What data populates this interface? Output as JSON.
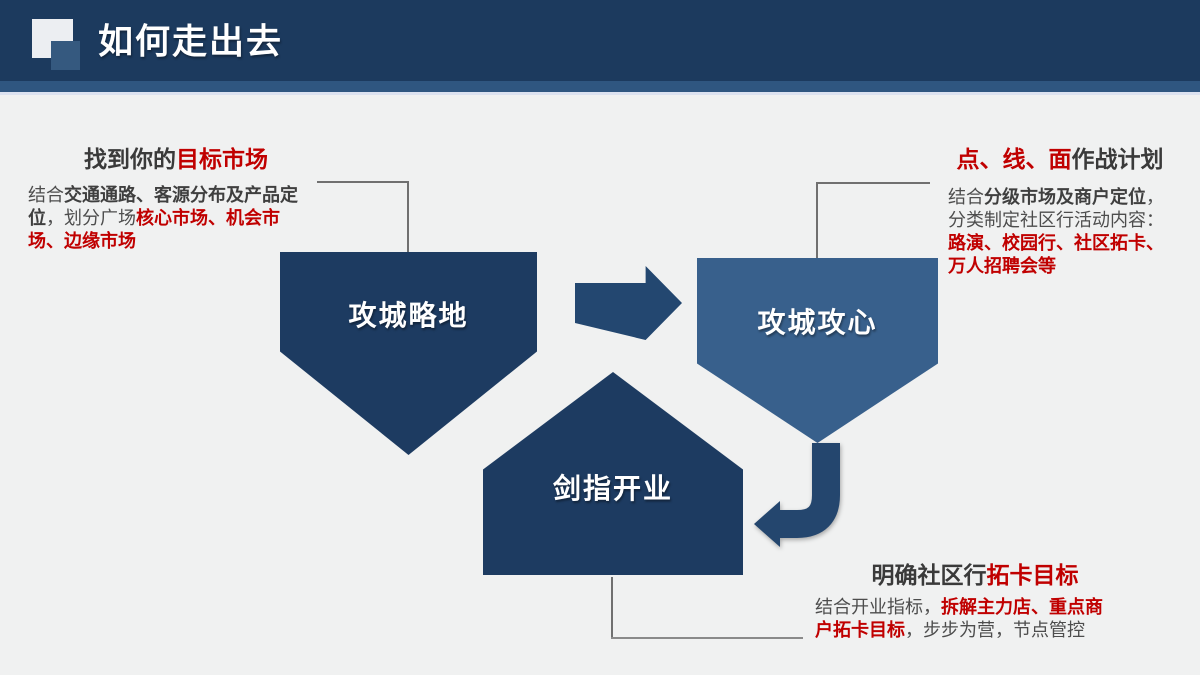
{
  "slide": {
    "title": "如何走出去"
  },
  "annotations": {
    "top_left": {
      "heading": [
        {
          "text": "找到你的",
          "style": "dark"
        },
        {
          "text": "目标市场",
          "style": "red"
        }
      ],
      "body": [
        {
          "text": "结合",
          "style": "normal"
        },
        {
          "text": "交通通路、客源分布及产品定位",
          "style": "bold"
        },
        {
          "text": "，划分广场",
          "style": "normal"
        },
        {
          "text": "核心市场、机会市场、边缘市场",
          "style": "redbold"
        }
      ]
    },
    "top_right": {
      "heading": [
        {
          "text": "点、线、面",
          "style": "red"
        },
        {
          "text": "作战计划",
          "style": "dark"
        }
      ],
      "body": [
        {
          "text": "结合",
          "style": "normal"
        },
        {
          "text": "分级市场及商户定位",
          "style": "bold"
        },
        {
          "text": "，分类制定社区行活动内容：",
          "style": "normal"
        },
        {
          "text": "路演、校园行、社区拓卡、万人招聘会等",
          "style": "redbold"
        }
      ]
    },
    "bottom_right": {
      "heading": [
        {
          "text": "明确社区行",
          "style": "dark"
        },
        {
          "text": "拓卡目标",
          "style": "red"
        }
      ],
      "body": [
        {
          "text": "结合开业指标，",
          "style": "normal"
        },
        {
          "text": "拆解主力店、重点商户拓卡目标",
          "style": "redbold"
        },
        {
          "text": "，步步为营，节点管控",
          "style": "normal"
        }
      ]
    }
  },
  "shapes": {
    "left": {
      "label": "攻城略地"
    },
    "right": {
      "label": "攻城攻心"
    },
    "center": {
      "label": "剑指开业"
    }
  },
  "colors": {
    "header_bg": "#1C3A5E",
    "header_band": "#2F5680",
    "header_divider": "#DCE2F0",
    "background": "#F0F1F1",
    "pentagon_dark": "#1D3B61",
    "pentagon_light": "#38608C",
    "arrow_dark": "#234770",
    "accent_red": "#C00000",
    "text_dark": "#3A3A3A",
    "text_body": "#4D4D4D",
    "connector_gray": "#707070"
  }
}
